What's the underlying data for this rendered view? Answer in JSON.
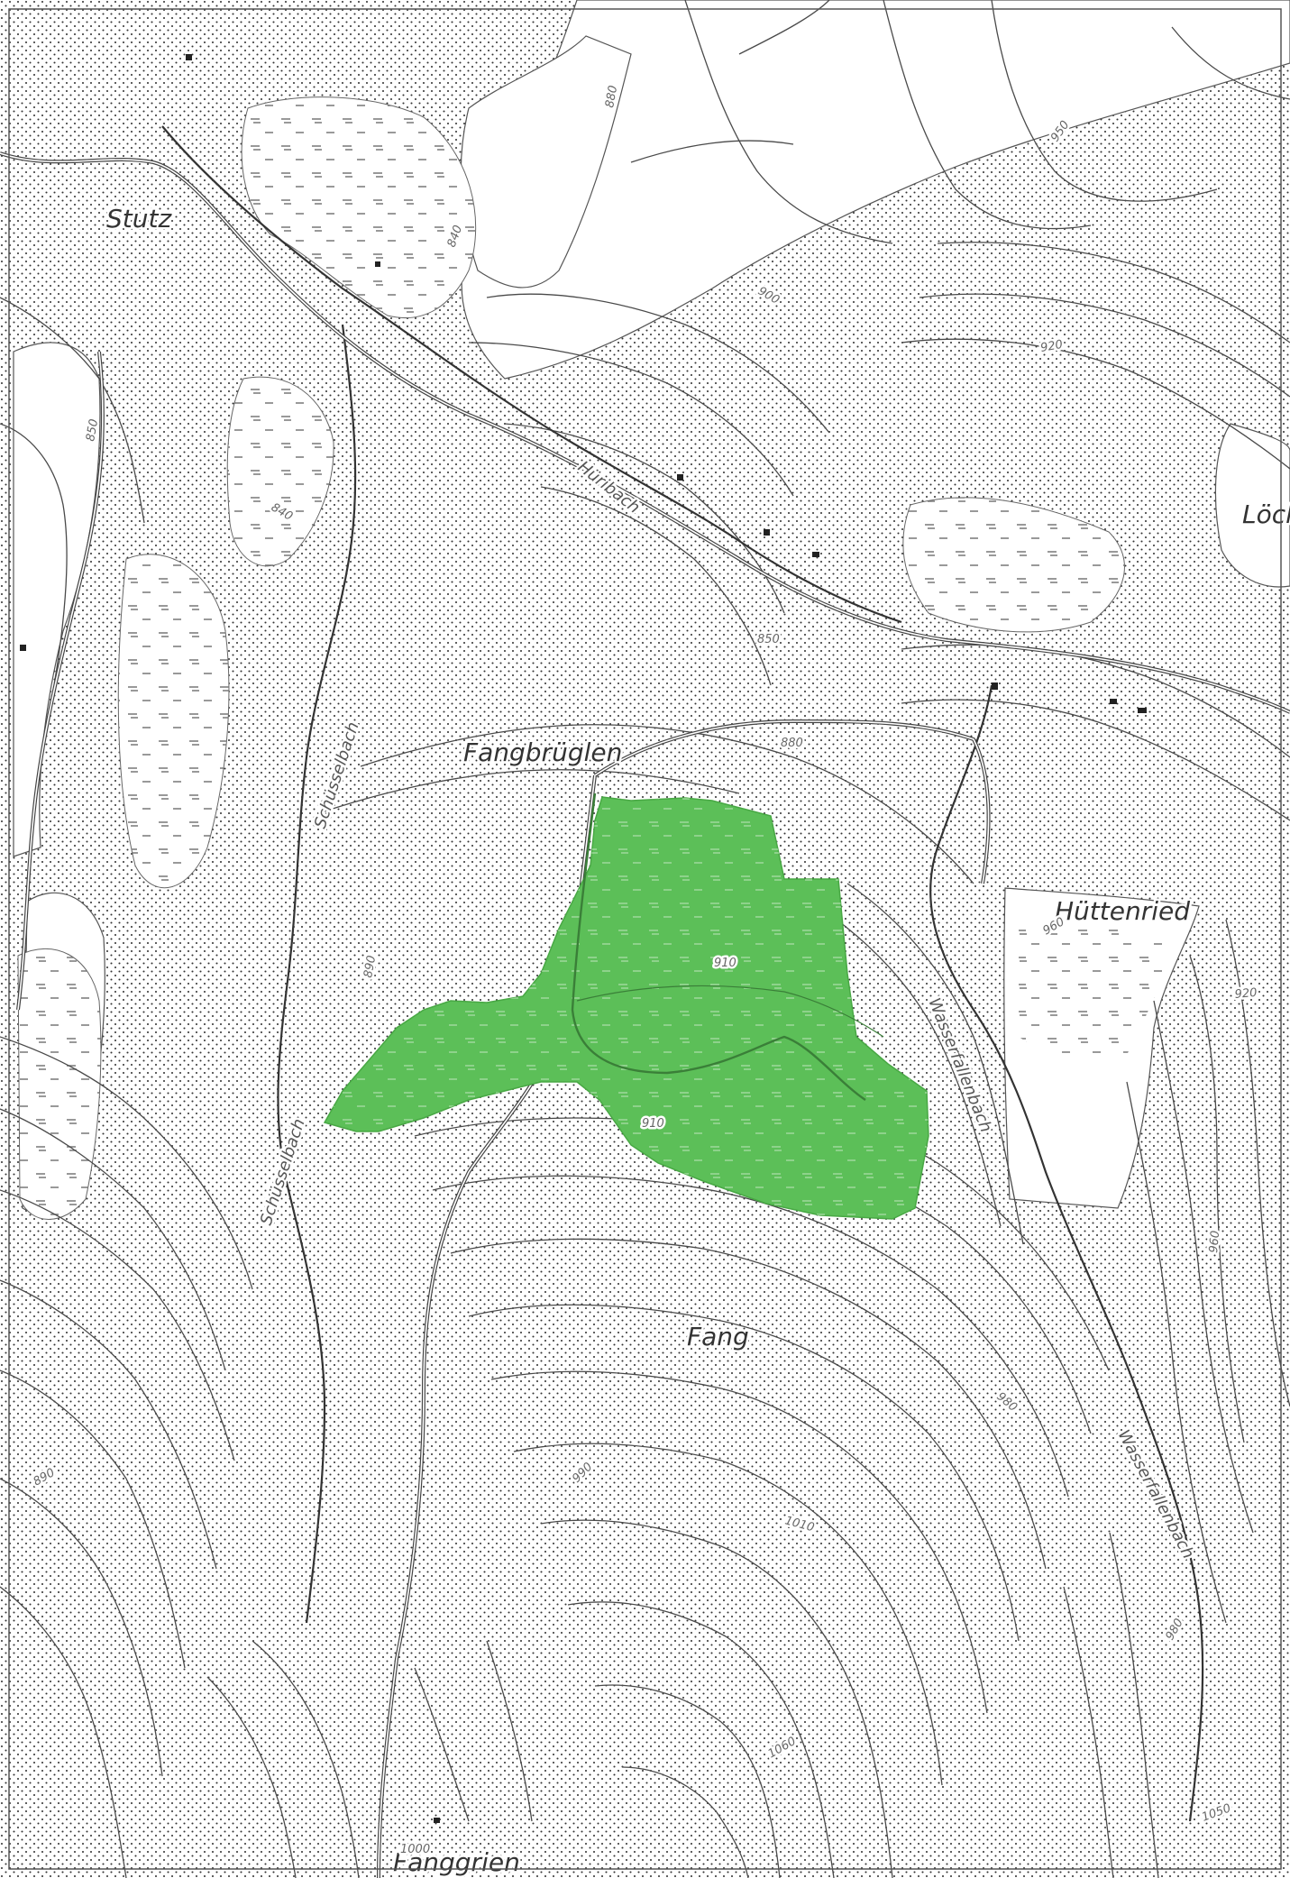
{
  "map": {
    "colors": {
      "background": "#ffffff",
      "forest_stipple": "#333333",
      "contour": "#4a4a4a",
      "road": "#444444",
      "highlight_area": "#5cbf58",
      "highlight_edge": "#48a844",
      "meadow_symbol": "#777777",
      "building": "#222222"
    },
    "places": {
      "stutz": "Stutz",
      "fangbrueglen": "Fangbrüglen",
      "huettenried": "Hüttenried",
      "fang": "Fang",
      "fanggrien": "Fanggrien",
      "loech": "Löcl"
    },
    "streams": {
      "hueribach": "Hüribach",
      "schuesselbach_upper": "Schüsselbach",
      "schuesselbach_lower": "Schüsselbach",
      "wasserfallenbach_upper": "Wasserfallenbach",
      "wasserfallenbach_lower": "Wasserfallenbach"
    },
    "elevations": {
      "e_880_top": "880",
      "e_950_top": "950",
      "e_900_ne": "900",
      "e_920_ne": "920",
      "e_850_left": "850",
      "e_840_mid": "840",
      "e_840_left": "840",
      "e_850_center": "850",
      "e_880_center": "880",
      "e_960_right": "960",
      "e_920_right": "920",
      "e_910_green": "910",
      "e_890_left": "890",
      "e_910_green_low": "910",
      "e_960_far_right": "960",
      "e_980_fang": "980",
      "e_890_sw": "890",
      "e_990_sw": "990",
      "e_1010": "1010",
      "e_980_se": "980",
      "e_1060": "1060",
      "e_1000_bottom": "1000",
      "e_1050": "1050"
    },
    "highlight": {
      "icon": "protected-forest-area"
    }
  }
}
